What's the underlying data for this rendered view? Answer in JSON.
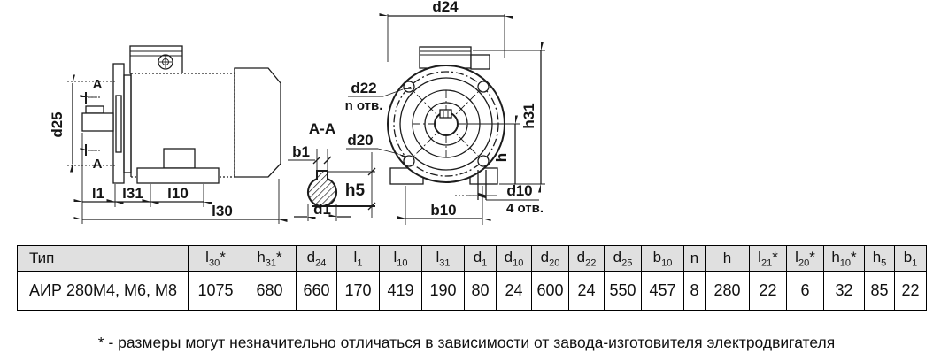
{
  "drawing": {
    "side_view": {
      "dim_d25": "d25",
      "section_mark": "A",
      "dim_l1": "l1",
      "dim_l31": "l31",
      "dim_l10": "l10",
      "dim_l30": "l30"
    },
    "section_view": {
      "title": "A-A",
      "dim_b1": "b1",
      "dim_h5": "h5",
      "dim_d1": "d1"
    },
    "front_view": {
      "dim_d24": "d24",
      "dim_d22": "d22",
      "label_n_holes": "n отв.",
      "dim_d20": "d20",
      "dim_h31": "h31",
      "dim_h": "h",
      "dim_d10": "d10",
      "label_4_holes": "4 отв.",
      "dim_b10": "b10"
    }
  },
  "table": {
    "headers": [
      {
        "base": "Тип"
      },
      {
        "base": "l",
        "sub": "30",
        "star": "*"
      },
      {
        "base": "h",
        "sub": "31",
        "star": "*"
      },
      {
        "base": "d",
        "sub": "24"
      },
      {
        "base": "l",
        "sub": "1"
      },
      {
        "base": "l",
        "sub": "10"
      },
      {
        "base": "l",
        "sub": "31"
      },
      {
        "base": "d",
        "sub": "1"
      },
      {
        "base": "d",
        "sub": "10"
      },
      {
        "base": "d",
        "sub": "20"
      },
      {
        "base": "d",
        "sub": "22"
      },
      {
        "base": "d",
        "sub": "25"
      },
      {
        "base": "b",
        "sub": "10"
      },
      {
        "base": "n"
      },
      {
        "base": "h"
      },
      {
        "base": "l",
        "sub": "21",
        "star": "*"
      },
      {
        "base": "l",
        "sub": "20",
        "star": "*"
      },
      {
        "base": "h",
        "sub": "10",
        "star": "*"
      },
      {
        "base": "h",
        "sub": "5"
      },
      {
        "base": "b",
        "sub": "1"
      }
    ],
    "row": [
      "АИР 280М4, М6, М8",
      "1075",
      "680",
      "660",
      "170",
      "419",
      "190",
      "80",
      "24",
      "600",
      "24",
      "550",
      "457",
      "8",
      "280",
      "22",
      "6",
      "32",
      "85",
      "22"
    ]
  },
  "footnote": "* - размеры могут незначительно отличаться в зависимости от завода-изготовителя электродвигателя",
  "colors": {
    "line": "#1c1c1c",
    "table_header_bg": "#e0e0e0",
    "background": "#ffffff"
  }
}
